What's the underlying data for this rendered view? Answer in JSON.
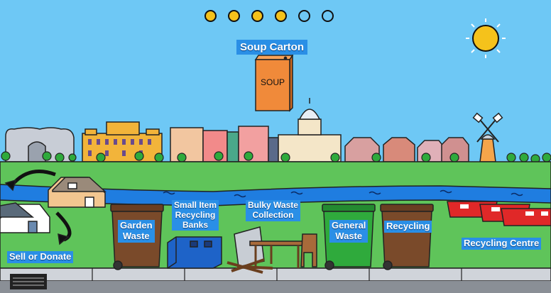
{
  "progress": {
    "total": 6,
    "completed": 4
  },
  "item": {
    "name": "Soup Carton",
    "box_text": "SOUP"
  },
  "destinations": {
    "sell_donate": "Sell or Donate",
    "garden": "Garden\nWaste",
    "small_banks": "Small Item\nRecycling\nBanks",
    "bulky": "Bulky Waste\nCollection",
    "general": "General\nWaste",
    "recycling": "Recycling",
    "centre": "Recycling Centre"
  },
  "colors": {
    "sky": "#6ec8f5",
    "grass": "#5fc45a",
    "river": "#1f7de0",
    "label_bg": "#2a8fe6",
    "brown_bin": "#7a4a2a",
    "green_bin": "#2faa3c",
    "skip_red": "#e02828",
    "sun": "#f5c21b"
  }
}
